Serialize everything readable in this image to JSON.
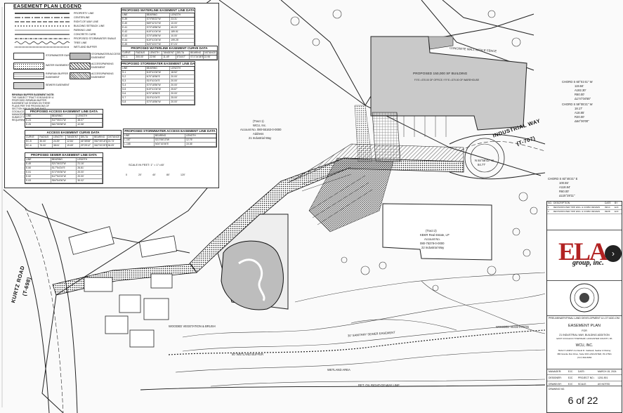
{
  "legend": {
    "title": "EASEMENT PLAN LEGEND",
    "line_items": [
      "PROPERTY LINE",
      "CENTERLINE",
      "RIGHT-OF-WAY LINE",
      "BUILDING SETBACK LINE",
      "PARKING LINE",
      "CONCRETE CURB",
      "PROPOSED STORMWATER SWALE",
      "TREE LINE",
      "WETLAND BUFFER"
    ],
    "area_items": [
      {
        "label": "STORMWATER EASEMENT",
        "pattern": "white"
      },
      {
        "label": "STORMWATER/ACCESS EASEMENT",
        "pattern": "gray"
      },
      {
        "label": "WATER EASEMENT",
        "pattern": "dots"
      },
      {
        "label": "ACCESS/PARKING EASEMENT",
        "pattern": "hatch"
      },
      {
        "label": "RIPARIAN BUFFER EASEMENT",
        "pattern": "grid"
      },
      {
        "label": "ACCESS/PARKING EASEMENT",
        "pattern": "crosshatch"
      },
      {
        "label": "SEWER EASEMENT",
        "pattern": "stipple"
      }
    ],
    "note_title": "RIPARIAN BUFFER EASEMENT NOTE:",
    "note": "THE SUBJECT TRACT IS BOUND BY A PROPOSED RIPARIAN BUFFER EASEMENT AS SHOWN ON THESE PLANS PER THE PROVISIONS OF SECTION 405-10 OF THE EAST COCALICO STORMWATER MANAGEMENT ORDINANCE AND IS SUBJECT TO ALL APPLICABLE REQUIREMENTS OF SAID SECTION."
  },
  "tables": {
    "waterline_line": {
      "caption": "PROPOSED WATERLINE EASEMENT LINE DATA",
      "headers": [
        "LINE",
        "BEARING",
        "LENGTH"
      ],
      "rows": [
        [
          "E-39",
          "S70°55'22\"W",
          "23.31'"
        ],
        [
          "E-40",
          "N69°42'10\"W",
          "10.00'"
        ],
        [
          "E-41",
          "S70°18'56\"W",
          "45.20'"
        ],
        [
          "E-42",
          "N19°41'04\"W",
          "189.51'"
        ],
        [
          "E-43",
          "S70°18'56\"W",
          "10.00'"
        ],
        [
          "E-44",
          "N19°41'04\"W",
          "199.25'"
        ],
        [
          "E-45",
          "N20°43'47\"W",
          "57.24'"
        ],
        [
          "E-46",
          "N69°16'13\"E",
          "246.40'"
        ]
      ]
    },
    "waterline_curve": {
      "caption": "PROPOSED WATERLINE EASEMENT CURVE DATA",
      "headers": [
        "CURVE",
        "RADIUS",
        "LENGTH",
        "TANGENT",
        "DELTA",
        "BEARING",
        "DISTANCE"
      ],
      "rows": [
        [
          "EC-1",
          "200.00'",
          "22.96'",
          "11.49'",
          "6°34'47\"",
          "S71°24'38\"E",
          "22.95'"
        ]
      ]
    },
    "stormwater_line": {
      "caption": "PROPOSED STORMWATER EASEMENT LINE DATA",
      "headers": [
        "LINE",
        "BEARING",
        "LENGTH"
      ],
      "rows": [
        [
          "S-1",
          "N19°41'04\"W",
          "18.52'"
        ],
        [
          "S-2",
          "N70°18'56\"E",
          "20.00'"
        ],
        [
          "S-3",
          "S19°41'04\"E",
          "20.00'"
        ],
        [
          "S-4",
          "S70°18'56\"W",
          "20.00'"
        ],
        [
          "S-5",
          "N19°41'04\"W",
          "25.87'"
        ],
        [
          "S-6",
          "N70°18'56\"E",
          "20.00'"
        ],
        [
          "S-7",
          "S19°41'04\"E",
          "25.00'"
        ],
        [
          "S-8",
          "S70°18'56\"W",
          "20.00'"
        ]
      ]
    },
    "access_line": {
      "caption": "PROPOSED ACCESS EASEMENT LINE DATA",
      "headers": [
        "LINE",
        "BEARING",
        "LENGTH"
      ],
      "rows": [
        [
          "E-24",
          "S47°05'21\"W",
          "48.07'"
        ],
        [
          "E-25",
          "N61°55'58\"W",
          "42.58'"
        ]
      ]
    },
    "access_curve": {
      "caption": "ACCESS EASEMENT CURVE DATA",
      "headers": [
        "CURVE",
        "RADIUS",
        "LENGTH",
        "TANGENT",
        "DELTA",
        "BEARING",
        "DISTANCE"
      ],
      "rows": [
        [
          "EC-5",
          "30.00'",
          "24.39'",
          "12.84'",
          "46°35'08\"",
          "S52°49'18\"W",
          "23.73'"
        ],
        [
          "EC-6",
          "75.00'",
          "38.51'",
          "19.69'",
          "29°25'12\"",
          "S62°00'25\"E",
          "38.09'"
        ]
      ]
    },
    "sewer_line": {
      "caption": "PROPOSED SEWER EASEMENT LINE DATA",
      "headers": [
        "LINE",
        "BEARING",
        "LENGTH"
      ],
      "rows": [
        [
          "E-49",
          "S21°06'13\"W",
          "21.16'"
        ],
        [
          "E-50",
          "S17°54'24\"E",
          "26.81'"
        ],
        [
          "E-51",
          "S72°05'36\"W",
          "20.00'"
        ],
        [
          "E-52",
          "N17°54'24\"W",
          "20.00'"
        ],
        [
          "E-53",
          "S84°54'06\"W",
          "30.02'"
        ]
      ]
    },
    "stormwater_access_line": {
      "caption": "PROPOSED STORMWATER ACCESS EASEMENT LINE DATA",
      "headers": [
        "LINE",
        "BEARING",
        "LENGTH"
      ],
      "rows": [
        [
          "L-167",
          "S21°06'13\"W",
          "12.76'"
        ],
        [
          "L-168",
          "N04°16'06\"E",
          "15.36'"
        ]
      ]
    }
  },
  "plan_labels": {
    "building": "PROPOSED 150,000 SF BUILDING",
    "building_sub": "F.F.E.=370.00 OF OFFICE / F.F.E.=370.00 OF WAREHOUSE",
    "tract1": "(Tract 1)",
    "tract1_owner": "WCU, Inc.",
    "tract1_acct": "Account No. 080-55163-0-0000",
    "tract1_addr_label": "Address",
    "tract1_addr": "21 Industrial Way",
    "tract2": "(Tract 2)",
    "tract2_owner": "KBKR Real Estate, LP",
    "tract2_acct": "Account No.",
    "tract2_acct_no": "080-75378-0-0000",
    "tract2_addr": "22 Industrial Way",
    "road_industrial": "INDUSTRIAL WAY",
    "road_industrial_no": "(T-707)",
    "road_kurtz": "KURTZ ROAD",
    "road_kurtz_no": "(T-698)",
    "wooded": "WOODED VEGETATION & BRUSH",
    "wooded2": "WOODED VEGETATION",
    "sewer_esmt": "30' SANITARY SEWER EASEMENT",
    "wetland_buffer": "50' WETLAND BUFFER",
    "wetland_area": "WETLAND AREA",
    "ret_row": "RET. OIL RIGHT-OF-WAY LINE",
    "concrete_wall": "CONCRETE WALL WITH 6' FENCE",
    "chord1": "CHORD S 60°01'41\" W",
    "chord1_vals": [
      "119.84'",
      "A182.30'",
      "R60.00'",
      "Δ174°04'55\""
    ],
    "chord2": "CHORD S 59°05'21\" W",
    "chord2_vals": [
      "18.17'",
      "A18.85'",
      "R20.00'",
      "Δ54°00'00\""
    ],
    "chord3": "CHORD S 83°45'21\" E",
    "chord3_vals": [
      "100.55'",
      "A118.84'",
      "R60.00'",
      "Δ115°28'11\""
    ],
    "bearing_n": "N 84°58'43\" W",
    "bearing_n_dist": "84.77'"
  },
  "scale": {
    "label": "SCALE IN FEET: 1\" = 1\"=40'",
    "ticks": [
      "0",
      "20'",
      "40'",
      "80'",
      "120'"
    ]
  },
  "title_block": {
    "revisions_header": [
      "NO.",
      "DESCRIPTION",
      "DATE",
      "BY"
    ],
    "revisions": [
      [
        "1",
        "REVISIONS PER TWP. ENG. & COMM. REVIEW",
        "09/14",
        "EJC"
      ],
      [
        "2",
        "REVISIONS PER TWP. ENG. & COMM. REVIEW",
        "09/28",
        "EJC"
      ]
    ],
    "firm_logo": "ELA",
    "firm_name": "group, inc.",
    "plan_type": "PRELIMINARY/FINAL LAND DEVELOPMENT & LOT ADD-ON PLAN",
    "sheet_title": "EASEMENT PLAN",
    "for_label": "FOR",
    "project": "21 INDUSTRIAL WAY, BUILDING ADDITION",
    "location": "EAST COCALICO TOWNSHIP, LANCASTER COUNTY, PA",
    "client": "WCU, INC.",
    "client_addr1": "TRACY HORST c/o David R. Caldwell, Seaber & Murray",
    "client_addr2": "380 Granite Run Drive, Suite 300 LANCASTER, PA 17601",
    "client_phone": "(717) 560-5656",
    "fields": [
      [
        "MANAGER:",
        "EJC",
        "DATE:",
        "MARCH 15, 2024"
      ],
      [
        "DESIGNER:",
        "EJC",
        "PROJECT NO.:",
        "1201-901"
      ],
      [
        "DRAWN BY:",
        "EJC",
        "SCALE:",
        "AS NOTED"
      ]
    ],
    "drawing_no_label": "DRAWING NO.",
    "sheet_no": "6 of 22"
  },
  "nav": {
    "next_label": "›"
  },
  "colors": {
    "ink": "#111111",
    "building_fill": "#c9c9c9",
    "hatch": "#555555",
    "paper": "#fafafa"
  }
}
